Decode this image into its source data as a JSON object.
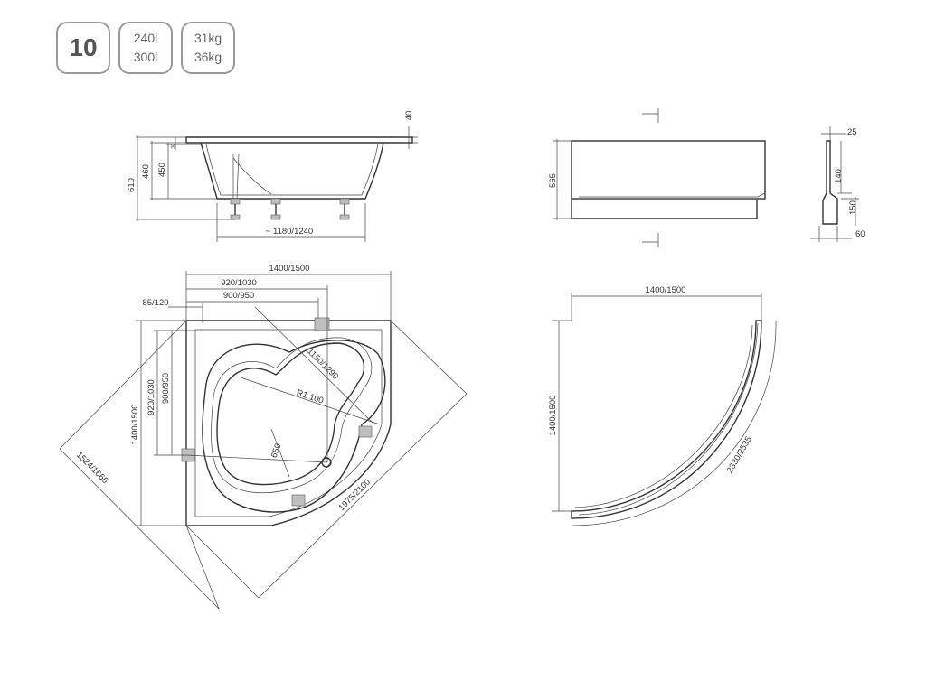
{
  "badges": {
    "model_number": "10",
    "volume": [
      "240l",
      "300l"
    ],
    "weight": [
      "31kg",
      "36kg"
    ]
  },
  "dimensions": {
    "rim_height": "40",
    "total_height": "610",
    "depth_460": "460",
    "depth_450": "450",
    "small_offset": "30",
    "leg_span": "1180/1240",
    "leg_span_prefix": "~",
    "width_top": "1400/1500",
    "outer_920": "920/1030",
    "outer_900": "900/950",
    "drain_offset": "85/120",
    "height_left": "1400/1500",
    "height_920": "920/1030",
    "height_900": "900/950",
    "diagonal_inner": "1150/1290",
    "radius": "R1 100",
    "basin_depth": "650",
    "diag_outer_left": "1524/1666",
    "diag_outer_right": "1975/2100",
    "panel_height": "565",
    "profile_top": "25",
    "profile_140": "140",
    "profile_150": "150",
    "profile_60": "60",
    "panel_width": "1400/1500",
    "panel_height_side": "1400/1500",
    "panel_arc": "2330/2535"
  }
}
